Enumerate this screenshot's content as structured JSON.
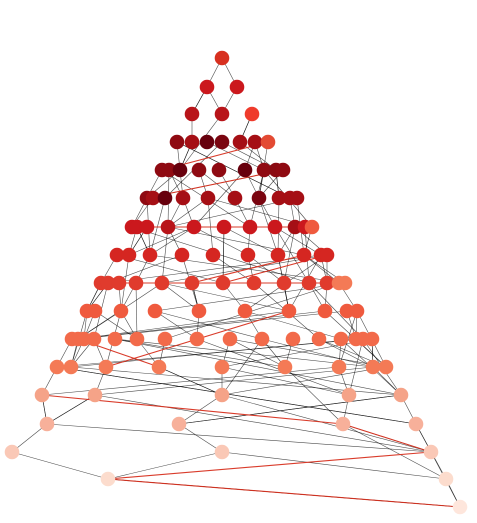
{
  "diagram": {
    "type": "layered-directed-graph",
    "node_count": 108,
    "layers": 17,
    "color_scale": {
      "dark": "#67000d",
      "mid": "#ef3b2c",
      "light": "#fee0d2"
    },
    "edge_colors": {
      "default": "#000000",
      "highlight": "#d7301f"
    },
    "labels_visible": false
  }
}
